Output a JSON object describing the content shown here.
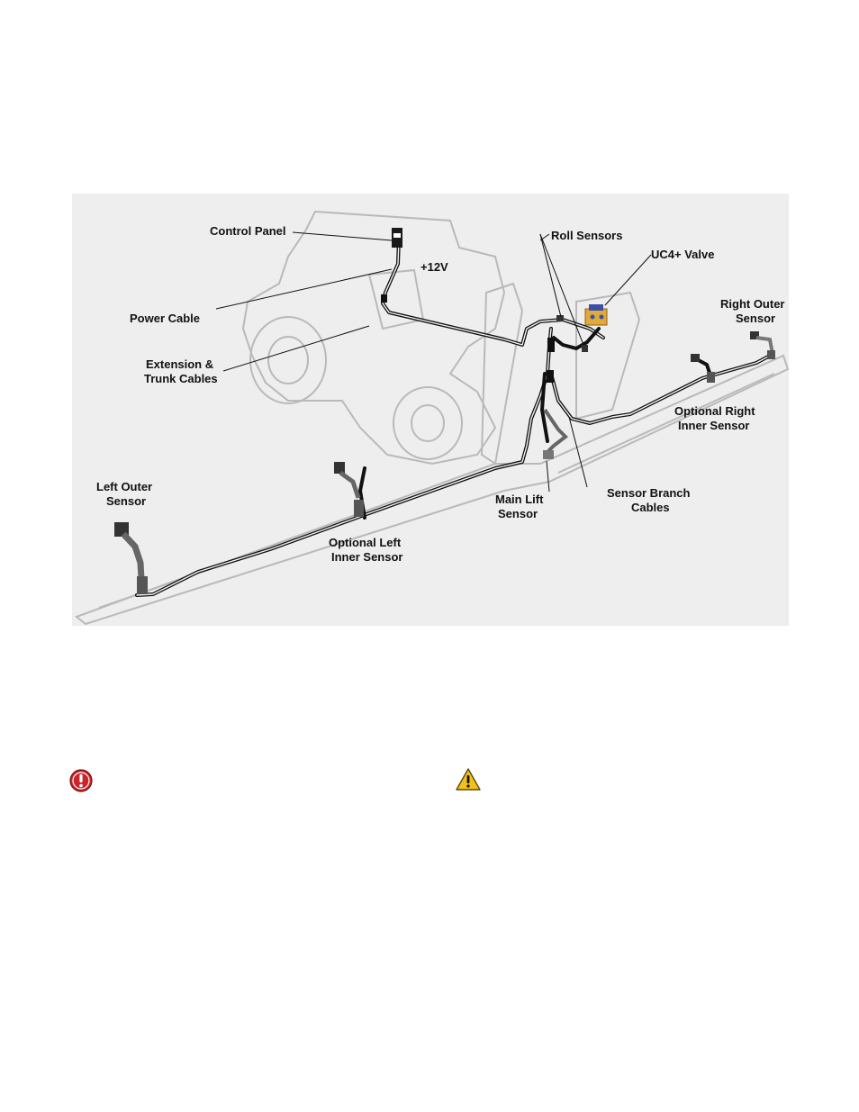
{
  "diagram": {
    "labels": {
      "control_panel": "Control Panel",
      "plus12v": "+12V",
      "power_cable": "Power Cable",
      "extension_line1": "Extension &",
      "extension_line2": "Trunk Cables",
      "roll_sensors": "Roll Sensors",
      "uc4_valve": "UC4+ Valve",
      "right_outer_line1": "Right Outer",
      "right_outer_line2": "Sensor",
      "optional_right_line1": "Optional Right",
      "optional_right_line2": "Inner Sensor",
      "sensor_branch_line1": "Sensor Branch",
      "sensor_branch_line2": "Cables",
      "main_lift_line1": "Main Lift",
      "main_lift_line2": "Sensor",
      "left_outer_line1": "Left Outer",
      "left_outer_line2": "Sensor",
      "optional_left_line1": "Optional Left",
      "optional_left_line2": "Inner Sensor"
    }
  },
  "notices": {
    "danger_icon": "exclamation-circle-icon",
    "danger_color": "#c8262c",
    "warning_icon": "warning-triangle-icon",
    "warning_color": "#f2c21a"
  }
}
